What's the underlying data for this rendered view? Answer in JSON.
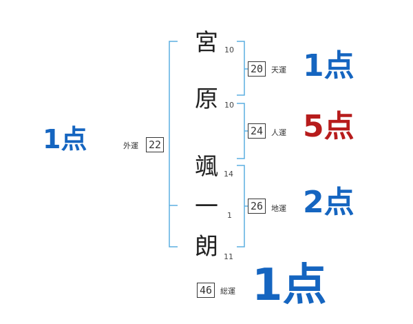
{
  "name_chars": [
    {
      "char": "宮",
      "strokes": "10"
    },
    {
      "char": "原",
      "strokes": "10"
    },
    {
      "char": "颯",
      "strokes": "14"
    },
    {
      "char": "一",
      "strokes": "1"
    },
    {
      "char": "朗",
      "strokes": "11"
    }
  ],
  "outer": {
    "label": "外運",
    "value": "22",
    "score": "1点"
  },
  "ten": {
    "label": "天運",
    "value": "20",
    "score": "1点"
  },
  "jin": {
    "label": "人運",
    "value": "24",
    "score": "5点"
  },
  "chi": {
    "label": "地運",
    "value": "26",
    "score": "2点"
  },
  "total": {
    "label": "総運",
    "value": "46",
    "score": "1点"
  },
  "colors": {
    "blue": "#1565c0",
    "red": "#b71c1c",
    "bracket": "#5aaee0"
  }
}
